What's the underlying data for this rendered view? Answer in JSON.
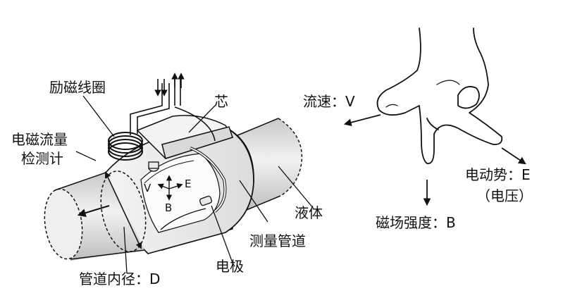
{
  "labels": {
    "excitation_coil": "励磁线圈",
    "core": "芯",
    "flowmeter_line1": "电磁流量",
    "flowmeter_line2": "检测计",
    "liquid": "液体",
    "measuring_pipe": "测量管道",
    "electrode": "电极",
    "pipe_inner_diameter": "管道内径：D",
    "axis_v": "V",
    "axis_e": "E",
    "axis_b": "B"
  },
  "hand_rule": {
    "flow_velocity": "流速：V",
    "emf": "电动势：E",
    "voltage": "（电压）",
    "magnetic_field": "磁场强度：B"
  }
}
